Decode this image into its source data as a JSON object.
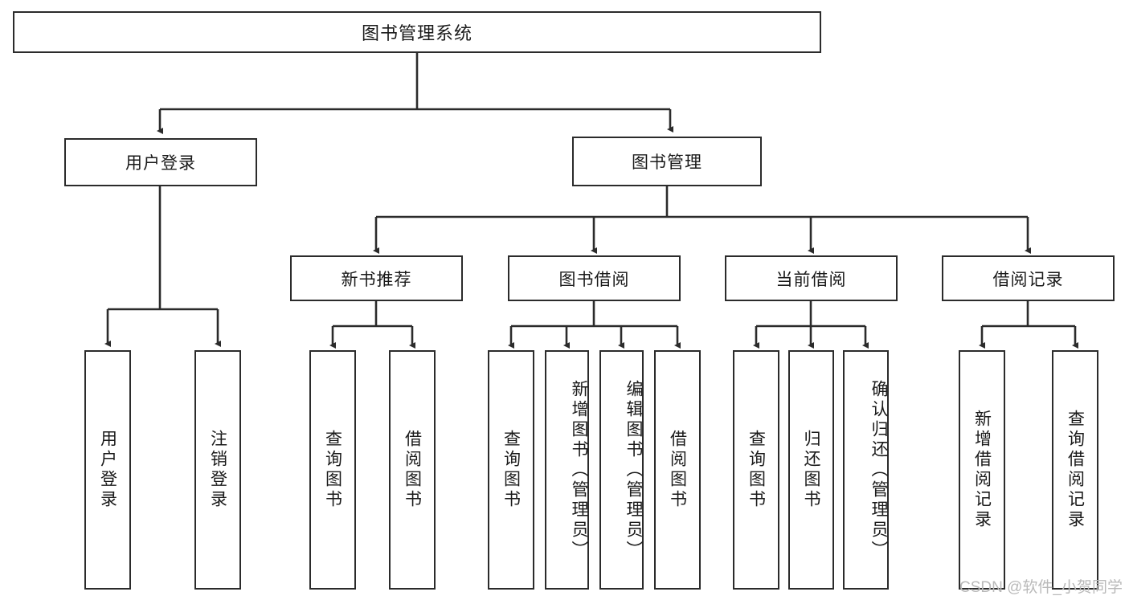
{
  "diagram": {
    "type": "tree",
    "title": "图书管理系统",
    "watermark": "CSDN @软件_小贺同学",
    "colors": {
      "stroke": "#2b2b2b",
      "fill": "#ffffff",
      "text": "#1a1a1a",
      "watermark": "#b9b9b9"
    },
    "root": {
      "id": "root",
      "label": "图书管理系统",
      "orientation": "horizontal"
    },
    "level2": [
      {
        "id": "user-login",
        "label": "用户登录",
        "orientation": "horizontal"
      },
      {
        "id": "book-manage",
        "label": "图书管理",
        "orientation": "horizontal"
      }
    ],
    "level3": [
      {
        "id": "new-book-recommend",
        "label": "新书推荐",
        "orientation": "horizontal",
        "parent": "book-manage"
      },
      {
        "id": "book-borrow",
        "label": "图书借阅",
        "orientation": "horizontal",
        "parent": "book-manage"
      },
      {
        "id": "current-borrow",
        "label": "当前借阅",
        "orientation": "horizontal",
        "parent": "book-manage"
      },
      {
        "id": "borrow-record",
        "label": "借阅记录",
        "orientation": "horizontal",
        "parent": "book-manage"
      }
    ],
    "leaves": [
      {
        "id": "leaf-user-login",
        "label": "用户登录",
        "orientation": "vertical",
        "parent": "user-login"
      },
      {
        "id": "leaf-user-logout",
        "label": "注销登录",
        "orientation": "vertical",
        "parent": "user-login"
      },
      {
        "id": "leaf-query-book-1",
        "label": "查询图书",
        "orientation": "vertical",
        "parent": "new-book-recommend"
      },
      {
        "id": "leaf-borrow-book-1",
        "label": "借阅图书",
        "orientation": "vertical",
        "parent": "new-book-recommend"
      },
      {
        "id": "leaf-query-book-2",
        "label": "查询图书",
        "orientation": "vertical",
        "parent": "book-borrow"
      },
      {
        "id": "leaf-add-book",
        "label": "新增图书（管理员）",
        "orientation": "vertical",
        "parent": "book-borrow"
      },
      {
        "id": "leaf-edit-book",
        "label": "编辑图书（管理员）",
        "orientation": "vertical",
        "parent": "book-borrow"
      },
      {
        "id": "leaf-borrow-book-2",
        "label": "借阅图书",
        "orientation": "vertical",
        "parent": "book-borrow"
      },
      {
        "id": "leaf-query-book-3",
        "label": "查询图书",
        "orientation": "vertical",
        "parent": "current-borrow"
      },
      {
        "id": "leaf-return-book",
        "label": "归还图书",
        "orientation": "vertical",
        "parent": "current-borrow"
      },
      {
        "id": "leaf-confirm-return",
        "label": "确认归还（管理员）",
        "orientation": "vertical",
        "parent": "current-borrow"
      },
      {
        "id": "leaf-add-record",
        "label": "新增借阅记录",
        "orientation": "vertical",
        "parent": "borrow-record"
      },
      {
        "id": "leaf-query-record",
        "label": "查询借阅记录",
        "orientation": "vertical",
        "parent": "borrow-record"
      }
    ]
  }
}
